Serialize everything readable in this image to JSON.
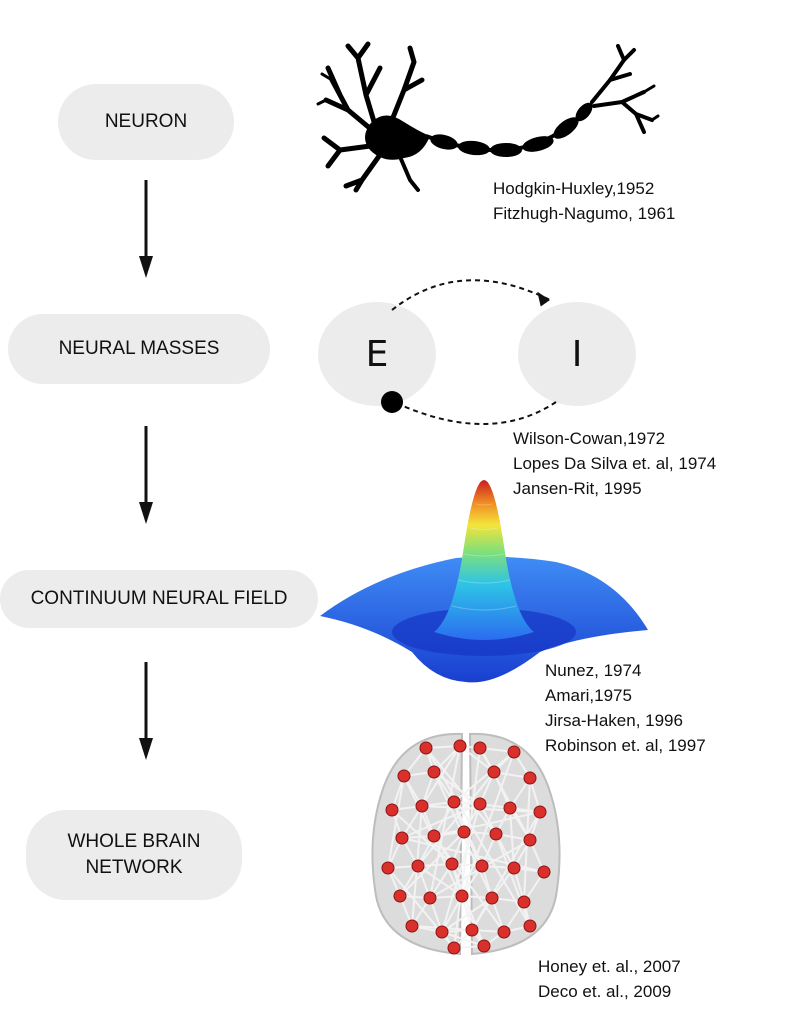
{
  "levels": [
    {
      "label": "NEURON"
    },
    {
      "label": "NEURAL MASSES"
    },
    {
      "label": "CONTINUUM NEURAL FIELD"
    },
    {
      "label": "WHOLE BRAIN\nNETWORK"
    }
  ],
  "populations": {
    "excitatory": "E",
    "inhibitory": "I"
  },
  "references": {
    "neuron": [
      "Hodgkin-Huxley,1952",
      "Fitzhugh-Nagumo, 1961"
    ],
    "neural_masses": [
      "Wilson-Cowan,1972",
      "Lopes Da Silva et. al, 1974",
      "Jansen-Rit, 1995"
    ],
    "neural_field": [
      "Nunez, 1974",
      "Amari,1975",
      "Jirsa-Haken, 1996",
      "Robinson et. al, 1997"
    ],
    "brain_network": [
      "Honey et. al., 2007",
      "Deco et. al., 2009"
    ]
  },
  "colors": {
    "box_fill": "#ececec",
    "arrow": "#111111",
    "node": "#d9302c",
    "field_low": "#1f4fe0",
    "field_high": "#c81e1e"
  },
  "icons": [
    "neuron-illustration",
    "mexican-hat-surface",
    "brain-connectome"
  ]
}
